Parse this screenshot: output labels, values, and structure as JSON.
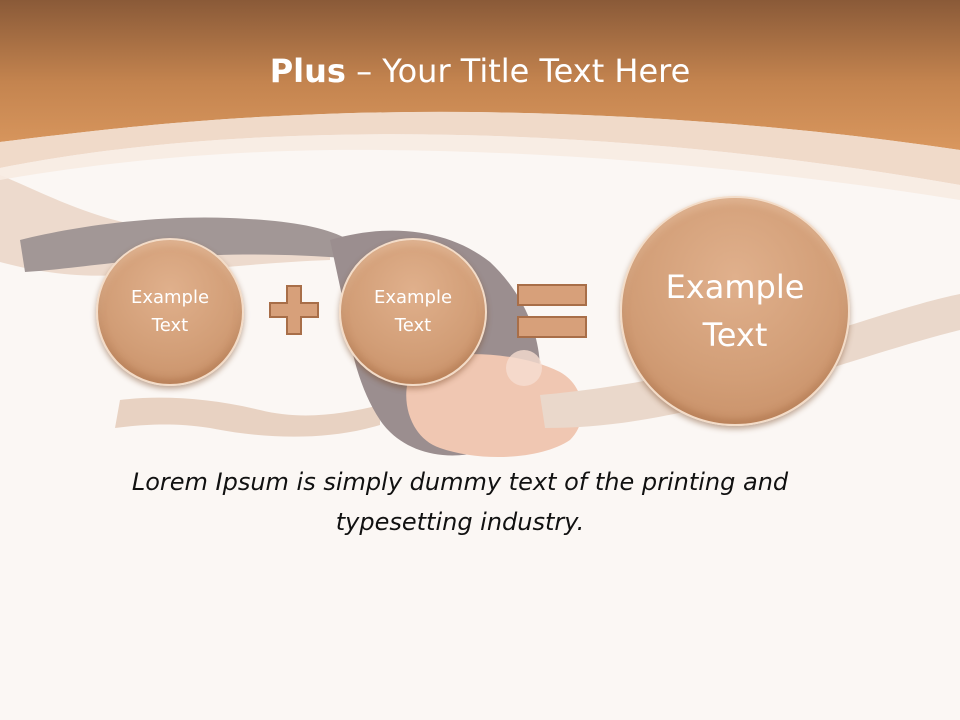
{
  "title": {
    "bold": "Plus",
    "rest": " – Your Title Text Here"
  },
  "circles": [
    {
      "line1": "Example",
      "line2": "Text"
    },
    {
      "line1": "Example",
      "line2": "Text"
    },
    {
      "line1": "Example",
      "line2": "Text"
    }
  ],
  "operators": {
    "plus": "plus-icon",
    "equals": "equals-icon"
  },
  "body_text": "Lorem Ipsum is simply dummy text of the printing and typesetting industry.",
  "colors": {
    "header": "#c98a55",
    "accent": "#d29e77",
    "background": "#fbf7f4"
  }
}
